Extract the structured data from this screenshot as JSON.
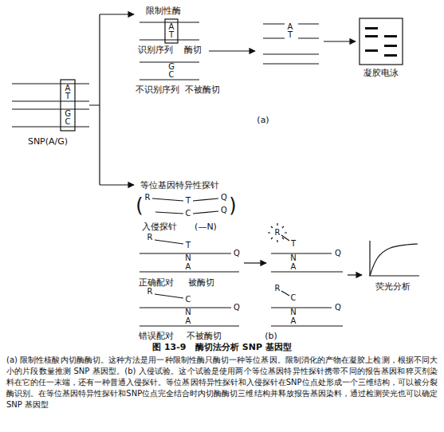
{
  "diagram": {
    "title": "图 13-9   酶切法分析 SNP 基因型",
    "caption": "(a) 限制性核酸内切酶酶切。这种方法是用一种限制性酶只酶切一种等位基因。限制消化的产物在凝胶上检测，根据不同大小的片段数量推测 SNP 基因型。(b) 入侵试验。这个试验是使用两个等位基因特异性探针携带不同的报告基因和猝灭剂染料在它的任一末端，还有一种普通入侵探针。等位基因特异性探针和入侵探针在SNP位点处形成一个三维结构，可以被分裂酶识别。在等位基因特异性探针和SNP位点完全结合时内切酶酶切三维结构并释放报告基因染料，通过检测荧光也可以确定 SNP 基因型",
    "nodes": [
      {
        "text": [
          "凝胶电泳"
        ]
      },
      {
        "text": [
          "荧光分析"
        ]
      }
    ],
    "labels": [
      "A",
      "T",
      "G",
      "C",
      "SNP(A/G)",
      "限制性酶",
      "A",
      "T",
      "识别序列",
      "酶切",
      "G",
      "C",
      "不识别序列",
      "不被酶切",
      "A",
      "T",
      "(a)",
      "等位基因特异性探针",
      "(",
      "R",
      "T",
      "Q",
      "C",
      "Q",
      ")",
      "入侵探针",
      "(—N)",
      "R",
      "T",
      "N",
      "A",
      "Q",
      "正确配对",
      "被酶切",
      "R",
      "T",
      "N",
      "A",
      "Q",
      "R",
      "C",
      "N",
      "A",
      "Q",
      "错误配对",
      "不被酶切",
      "R",
      "C",
      "N",
      "A",
      "Q",
      "(b)"
    ]
  }
}
